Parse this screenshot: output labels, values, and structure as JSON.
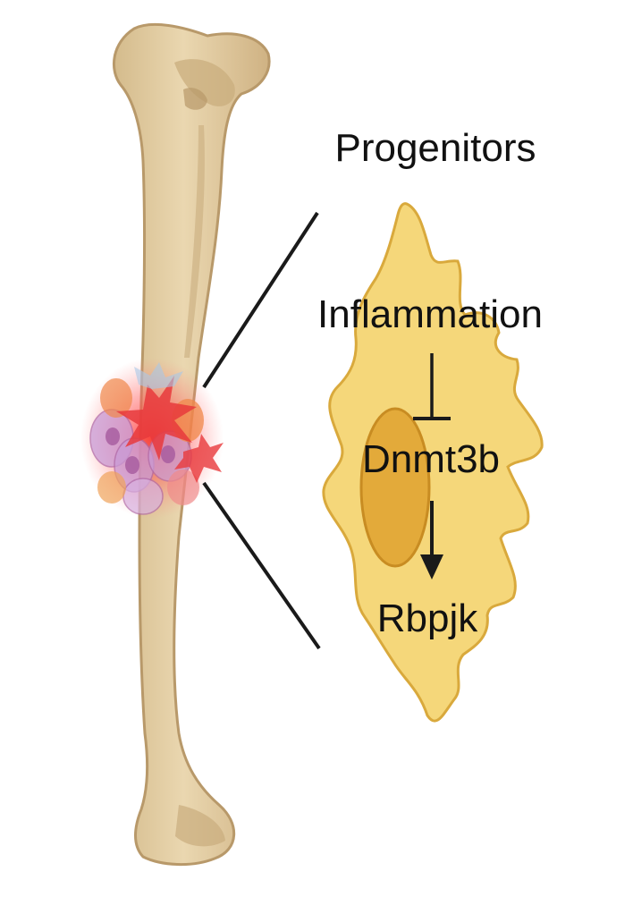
{
  "labels": {
    "title": "Progenitors",
    "inflammation": "Inflammation",
    "dnmt3b": "Dnmt3b",
    "rbpjk": "Rbpjk"
  },
  "colors": {
    "bone_fill": "#e3cfa5",
    "bone_shade": "#c9ad7e",
    "bone_outline": "#b8996a",
    "cell_fill": "#f5d77a",
    "cell_outline": "#d9a93c",
    "nucleus_fill": "#e3aa3a",
    "nucleus_outline": "#c88c22",
    "inflammation_red": "#e8393c",
    "callout_line": "#1a1a1a",
    "text": "#111111"
  },
  "edges": [
    {
      "from": "Inflammation",
      "to": "Dnmt3b",
      "type": "inhibition"
    },
    {
      "from": "Dnmt3b",
      "to": "Rbpjk",
      "type": "activation"
    }
  ]
}
